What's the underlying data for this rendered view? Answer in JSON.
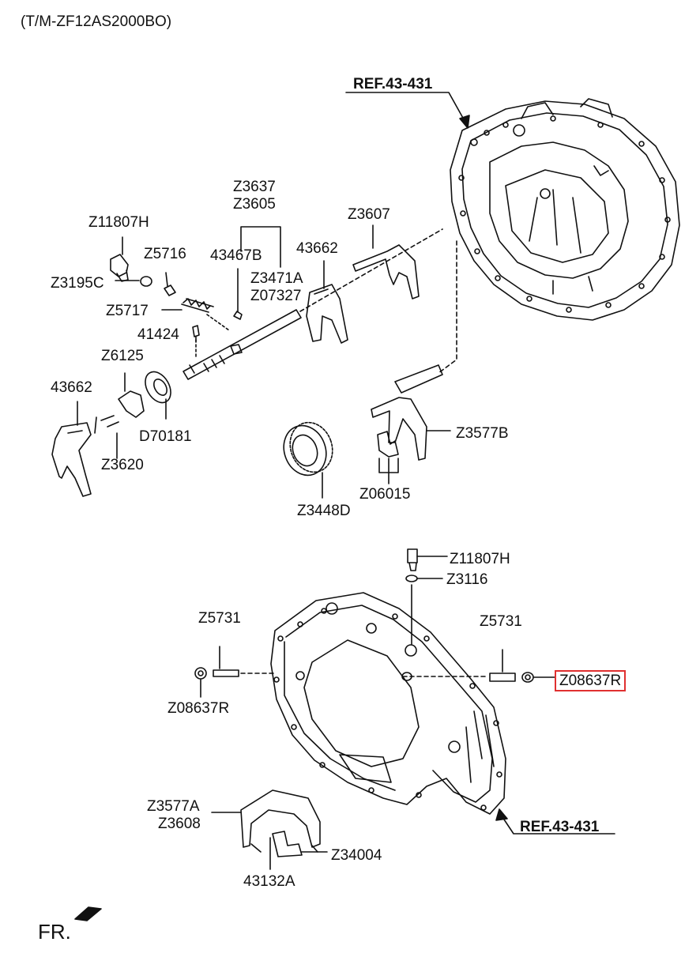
{
  "header": {
    "model": "(T/M-ZF12AS2000BO)"
  },
  "refs": {
    "top": "REF.43-431",
    "bottom": "REF.43-431"
  },
  "direction": {
    "front": "FR."
  },
  "colors": {
    "highlight": "#e03030",
    "line": "#111111"
  },
  "labels": {
    "z11807h_top": "Z11807H",
    "z5716": "Z5716",
    "z3195c": "Z3195C",
    "z5717": "Z5717",
    "p41424": "41424",
    "z6125": "Z6125",
    "p43662_left": "43662",
    "d70181": "D70181",
    "z3620": "Z3620",
    "z3637": "Z3637",
    "z3605": "Z3605",
    "p43467b": "43467B",
    "z3471a": "Z3471A",
    "z07327": "Z07327",
    "p43662_mid": "43662",
    "z3607": "Z3607",
    "z3577b": "Z3577B",
    "z06015": "Z06015",
    "z3448d": "Z3448D",
    "z11807h_bottom": "Z11807H",
    "z3116": "Z3116",
    "z5731_left": "Z5731",
    "z5731_right": "Z5731",
    "z08637r_left": "Z08637R",
    "z08637r_right": "Z08637R",
    "z3577a": "Z3577A",
    "z3608": "Z3608",
    "z34004": "Z34004",
    "p43132a": "43132A"
  }
}
